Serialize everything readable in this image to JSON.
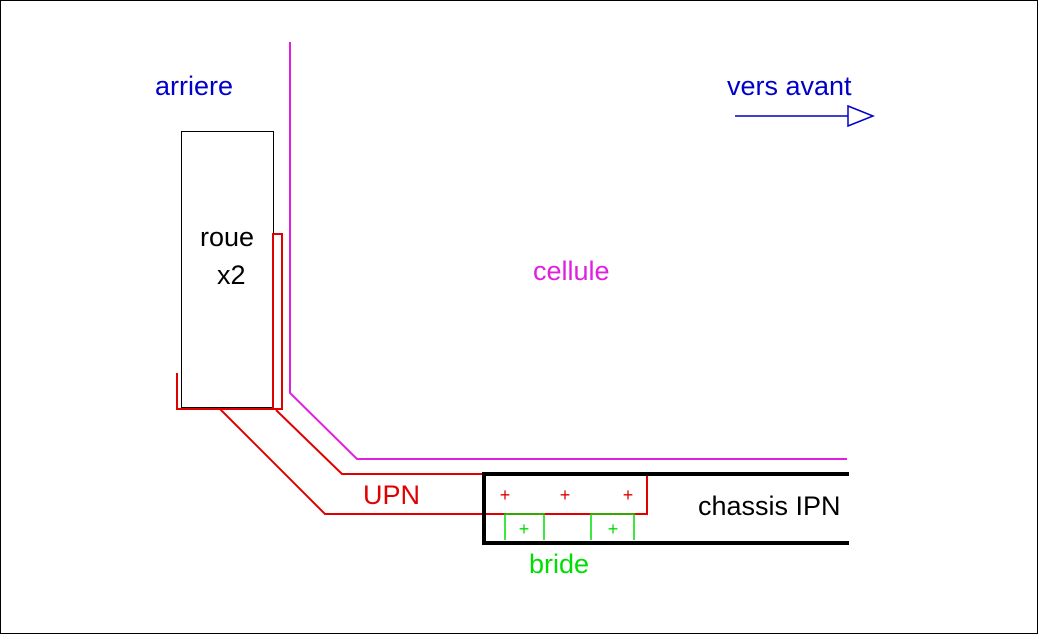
{
  "labels": {
    "rear": "arriere",
    "forward": "vers avant",
    "wheel_line1": "roue",
    "wheel_line2": "x2",
    "cell": "cellule",
    "upn": "UPN",
    "chassis": "chassis IPN",
    "flange": "bride"
  },
  "bolt_symbol": "+",
  "colors": {
    "blue": "#0000c8",
    "magenta": "#e020e0",
    "red": "#e00000",
    "green": "#00dd00",
    "black": "#000000"
  }
}
